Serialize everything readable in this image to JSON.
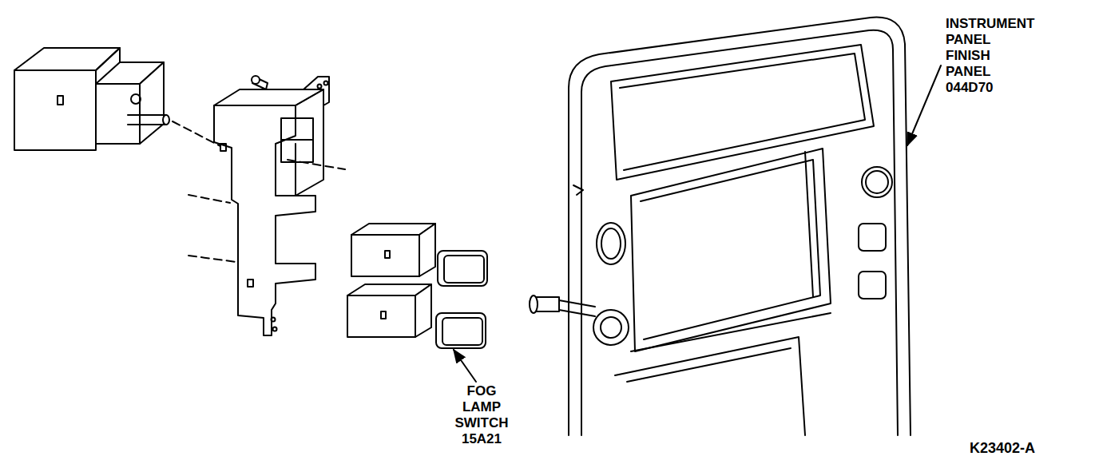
{
  "diagram": {
    "labels": [
      "INSTRUMENT PANEL FINISH PANEL 044D70",
      "FOG LAMP SWITCH 15A21",
      "K23402-A"
    ]
  }
}
